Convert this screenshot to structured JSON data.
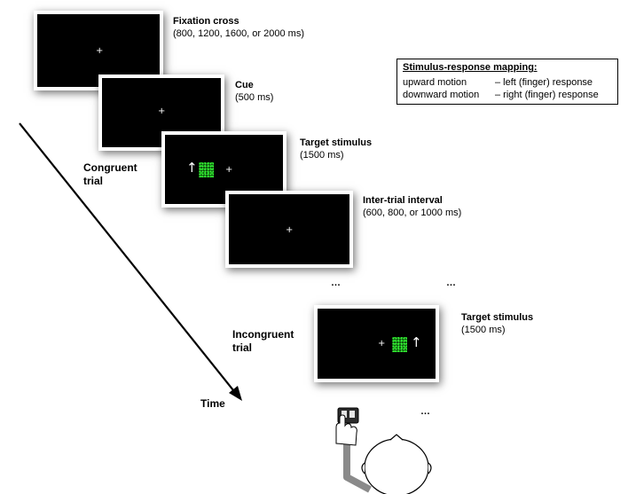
{
  "trials": {
    "congruent_label": "Congruent\ntrial",
    "incongruent_label": "Incongruent\ntrial",
    "time_label": "Time"
  },
  "screens": [
    {
      "title": "Fixation cross",
      "detail": "(800, 1200, 1600, or 2000 ms)",
      "fixation": "+"
    },
    {
      "title": "Cue",
      "detail": "(500 ms)",
      "fixation": "+"
    },
    {
      "title": "Target stimulus",
      "detail": "(1500 ms)",
      "fixation": "+",
      "arrow": "↑"
    },
    {
      "title": "Inter-trial interval",
      "detail": "(600, 800, or 1000 ms)",
      "fixation": "+"
    },
    {
      "title": "Target stimulus",
      "detail": "(1500 ms)",
      "fixation": "+",
      "arrow": "↑"
    }
  ],
  "ellipsis": "…",
  "mapping": {
    "title": "Stimulus-response mapping:",
    "rows": [
      {
        "motion": "upward motion",
        "response": "– left (finger) response"
      },
      {
        "motion": "downward motion",
        "response": "– right (finger) response"
      }
    ]
  },
  "colors": {
    "screen_bg": "#000000",
    "dots_green": "#39ff39",
    "response_line": "#8a8a8a"
  }
}
